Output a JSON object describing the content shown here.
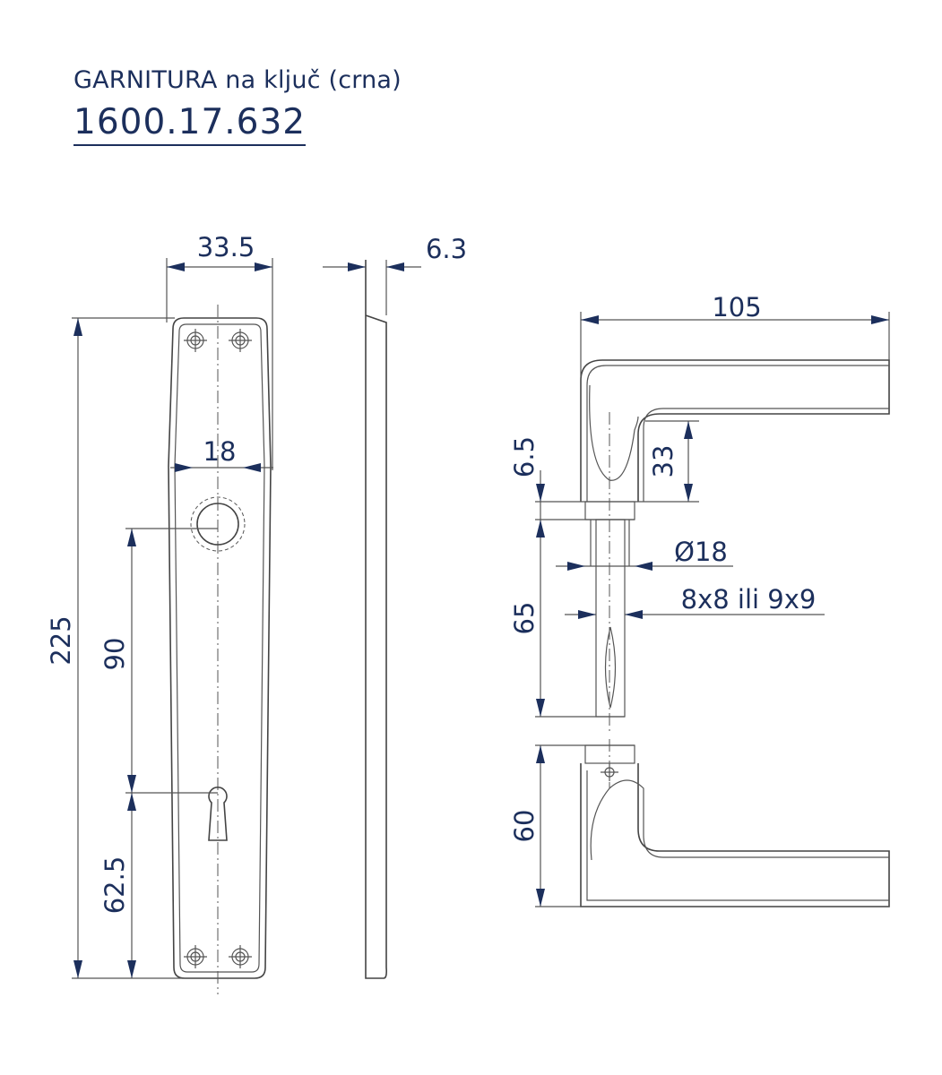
{
  "header": {
    "title": "GARNITURA na ključ (crna)",
    "code": "1600.17.632"
  },
  "dimensions": {
    "plate_width": "33.5",
    "plate_thickness": "6.3",
    "handle_length": "105",
    "rose_offset": "6.5",
    "grip_height": "33",
    "rose_diameter": "Ø18",
    "spindle": "8x8 ili 9x9",
    "spindle_length": "65",
    "hole_width": "18",
    "plate_height": "225",
    "hole_to_key": "90",
    "key_to_bottom": "62.5",
    "handle_height": "60"
  },
  "colors": {
    "accent": "#1c2f5c"
  }
}
